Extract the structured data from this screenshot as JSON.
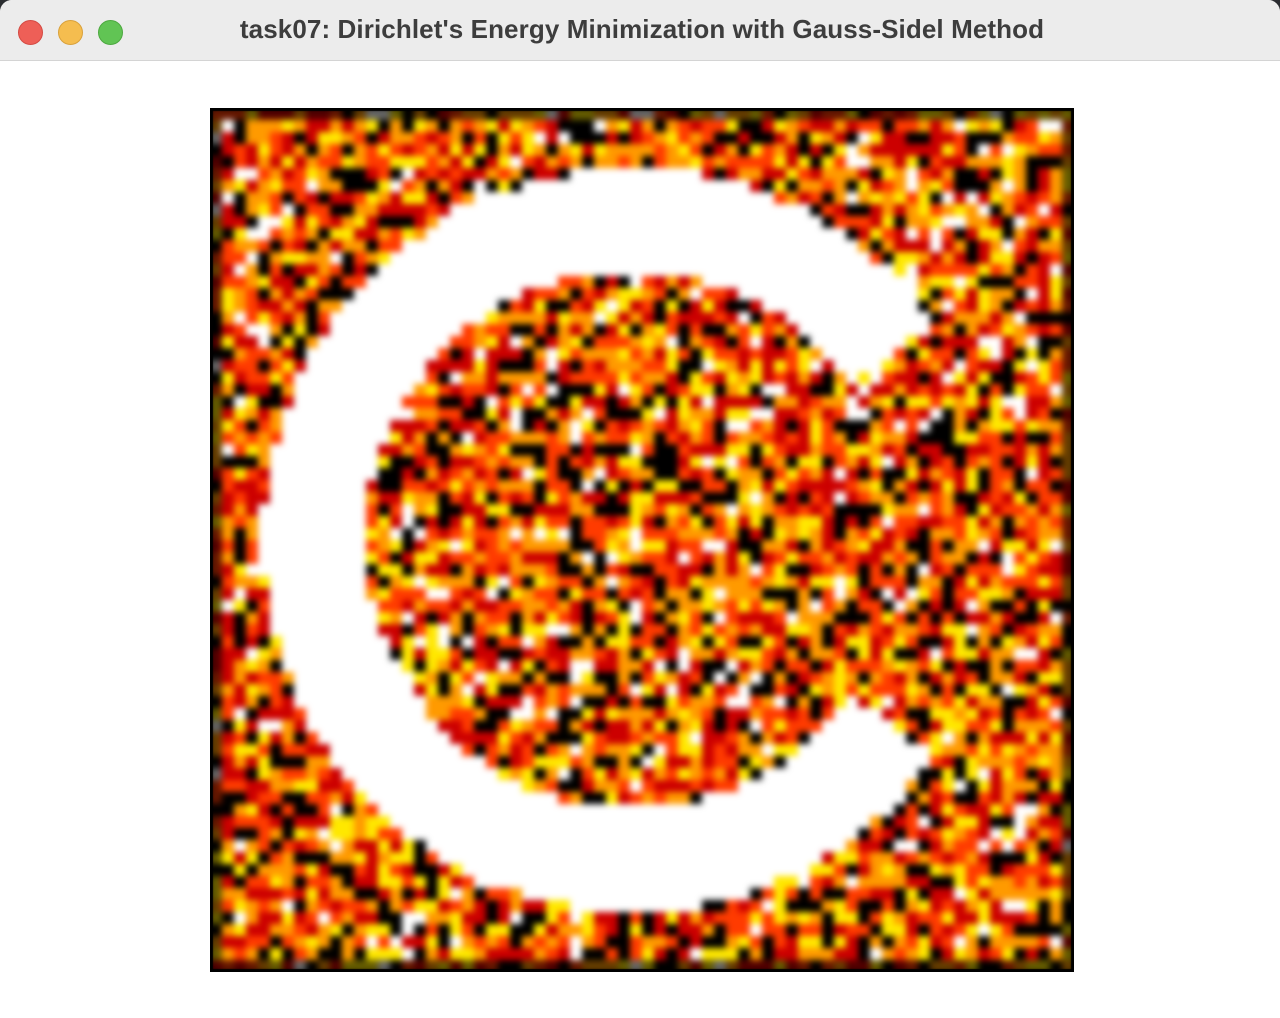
{
  "window": {
    "title": "task07: Dirichlet's Energy Minimization with Gauss-Sidel Method",
    "controls": {
      "close": "close-button",
      "minimize": "minimize-button",
      "zoom": "zoom-button"
    }
  },
  "viewport": {
    "icon": "grid-image",
    "colormap": [
      "#000000",
      "#cc0000",
      "#ff3b00",
      "#ff9a00",
      "#ffe800",
      "#ffffff"
    ]
  }
}
